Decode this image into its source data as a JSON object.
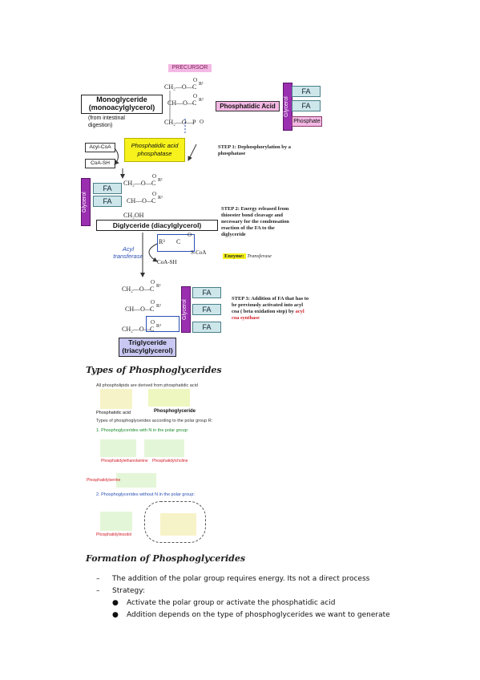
{
  "diagram": {
    "precursor": "PRECURSOR",
    "monoglyceride": {
      "line1": "Monoglyceride",
      "line2": "(monoacylglycerol)"
    },
    "intestinal_note": {
      "line1": "(from intestinal",
      "line2": "digestion)"
    },
    "acyl_coa": "Acyl-CoA",
    "coa_sh": "CoA-SH",
    "phosphatidic_acid": "Phosphatidic Acid",
    "glycerol": "Glycerol",
    "fa": "FA",
    "phosphate": "Phosphate",
    "phosphatase": {
      "line1": "Phosphatidic acid",
      "line2": "phosphatase"
    },
    "step1": {
      "line1": "STEP 1: Dephosphorylation by a",
      "line2": "phosphatase"
    },
    "step2": {
      "line1": "STEP 2: Energy released from",
      "line2": "thioester bond cleavage and",
      "line3": "necessary for the condensation",
      "line4": "reaction of the FA to the",
      "line5": "diglyceride"
    },
    "enzyme_label": "Enzyme:",
    "enzyme_name": "Transferase",
    "diglyceride": "Diglyceride (diacylglycerol)",
    "acyl_transferase": {
      "line1": "Acyl",
      "line2": "transferase"
    },
    "step3": {
      "line1": "STEP 3: Addition of FA that has to",
      "line2": "be previously activated into acyl",
      "line3": "coa ( beta oxidation step) by",
      "line3_red": "acyl",
      "line4_red": "coa synthase"
    },
    "triglyceride": {
      "line1": "Triglyceride",
      "line2": "(triacylglycerol)"
    },
    "struct": {
      "ch2o": "CH₂—O—",
      "cho": "CH—O—",
      "ch2oh": "CH₂OH",
      "r1": "R¹",
      "r2": "R²",
      "r3": "R³",
      "c": "C",
      "o": "O",
      "p": "P",
      "scoa": "S-CoA",
      "coa_sh": "CoA-SH"
    }
  },
  "section1": {
    "title": "Types of Phosphoglycerides",
    "subline": "All phospholipids are derived from phosphatidic acid",
    "phosphatidic_acid": "Phosphatidic acid",
    "phosphoglyceride": "Phosphoglyceride",
    "note": "Types of phosphoglycerides according to the polar group R:",
    "item1": "1.  Phosphoglycerides with N in the polar group:",
    "item2": "2.  Phosphoglycerides without N in the polar group:",
    "label_a": "Phosphatidylethanolamine",
    "label_b": "Phosphatidylcholine",
    "label_c": "Phosphatidylserine",
    "label_d": "Phosphatidylinositol"
  },
  "section2": {
    "title": "Formation of Phosphoglycerides",
    "dash1": "The addition of the polar group requires energy. Its not a direct process",
    "dash2": "Strategy:",
    "bullet1": "Activate the polar group or activate the phosphatidic acid",
    "bullet2": "Addition depends on the type of phosphoglycerides we want to generate"
  },
  "colors": {
    "pink": "#f4b8e4",
    "fa": "#cde6ea",
    "glycerol": "#9a2fb0",
    "yellow": "#f7f21c",
    "red": "#d2202a",
    "blue": "#2a4fb4",
    "lavender": "#c9c8f3"
  }
}
